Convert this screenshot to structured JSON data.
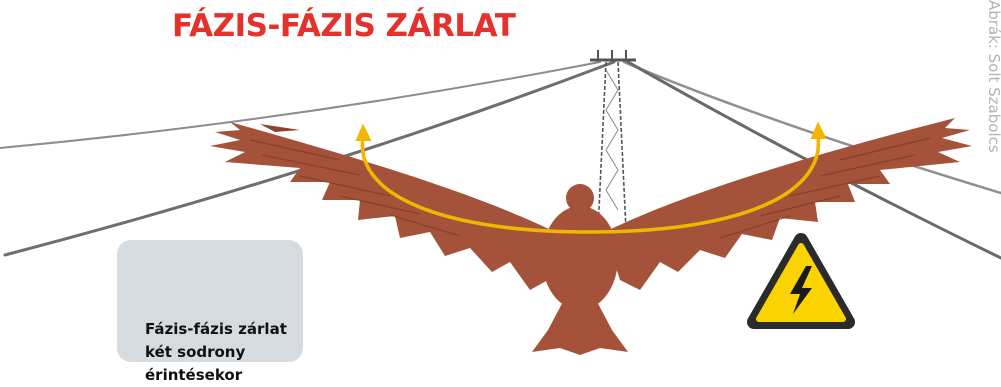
{
  "title": "FÁZIS-FÁZIS ZÁRLAT",
  "info_box": {
    "text": "Fázis-fázis zárlat\nkét sodrony\nérintésekor"
  },
  "credit": "Ábrák: Solt Szabolcs",
  "icons": {
    "bird": "bird-of-prey-icon",
    "arc": "arc-arrow-icon",
    "warning": "high-voltage-warning-icon",
    "pylon": "power-pylon-icon"
  },
  "colors": {
    "title": "#e4312b",
    "bird": "#a5523b",
    "arc": "#f2b500",
    "warning_fill": "#fbd300",
    "box": "#d6dbe0"
  }
}
